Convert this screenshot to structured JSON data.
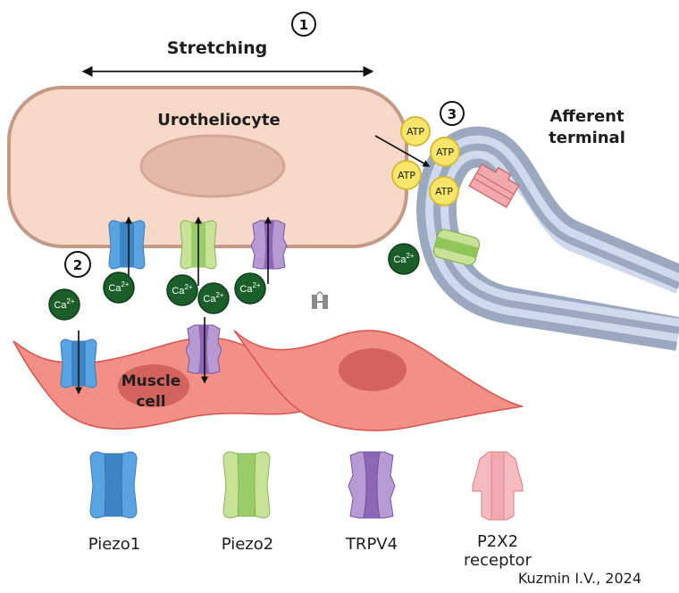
{
  "title_stretching": "Stretching",
  "steps": [
    "1",
    "2",
    "3"
  ],
  "cells": {
    "urotheliocyte": "Urotheliocyte",
    "afferent_line1": "Afferent",
    "afferent_line2": "terminal",
    "muscle_line1": "Muscle",
    "muscle_line2": "cell"
  },
  "ions": {
    "calcium": "Ca",
    "calcium_charge": "2+",
    "atp": "ATP"
  },
  "legend": [
    {
      "name": "Piezo1",
      "label": "Piezo1",
      "color": "#4f97d8"
    },
    {
      "name": "Piezo2",
      "label": "Piezo2",
      "color": "#a8d47a"
    },
    {
      "name": "TRPV4",
      "label": "TRPV4",
      "color": "#a988c6"
    },
    {
      "name": "P2X2",
      "label": "P2X2",
      "label2": "receptor",
      "color": "#f1a9ad"
    }
  ],
  "credit": "Kuzmin I.V., 2024",
  "colors": {
    "urothelium_fill": "#f8d8c8",
    "urothelium_border": "#c49a86",
    "nucleus": "#e4b8aa",
    "muscle_fill": "#f28f86",
    "muscle_border": "#d9544d",
    "muscle_nucleus": "#d4625d",
    "calcium": "#1b5e2a",
    "atp": "#f7e66a",
    "nerve_outer": "#9aa9bf",
    "nerve_inner": "#cfdbec"
  }
}
